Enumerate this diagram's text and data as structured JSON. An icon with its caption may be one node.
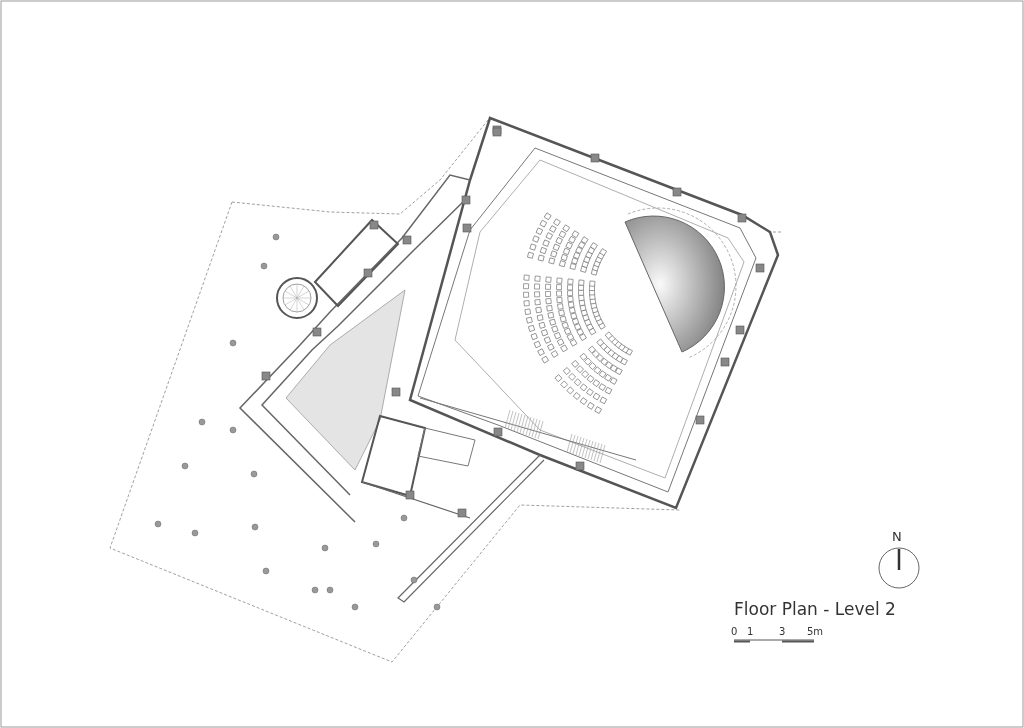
{
  "diagram": {
    "title": "Floor Plan - Level 2",
    "labels": [
      "N",
      "0",
      "1",
      "3",
      "5m"
    ]
  }
}
